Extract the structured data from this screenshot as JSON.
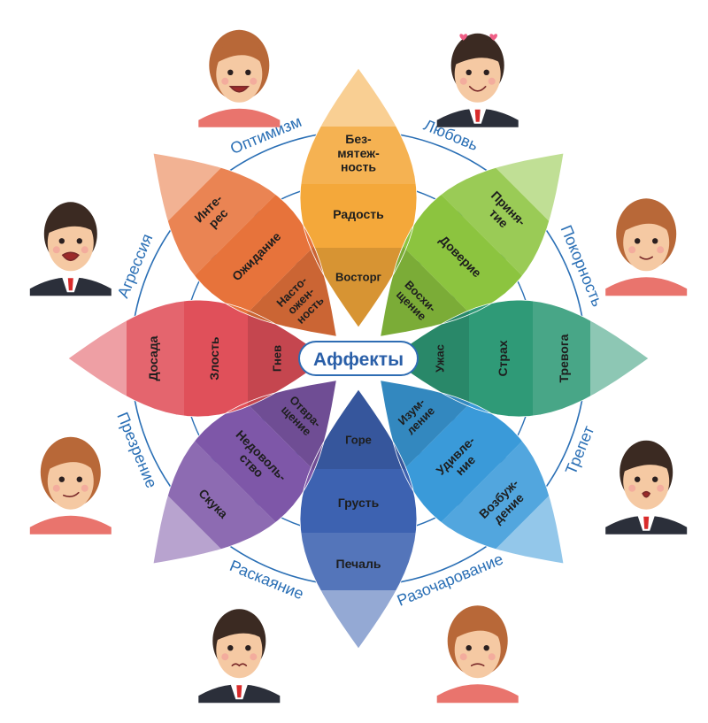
{
  "title": "Аффекты",
  "dyads": [
    {
      "id": "optimism",
      "text": "Оптимизм"
    },
    {
      "id": "love",
      "text": "Любовь"
    },
    {
      "id": "submission",
      "text": "Покорность"
    },
    {
      "id": "awe",
      "text": "Трепет"
    },
    {
      "id": "disappointment",
      "text": "Разочарование"
    },
    {
      "id": "remorse",
      "text": "Раскаяние"
    },
    {
      "id": "contempt",
      "text": "Презрение"
    },
    {
      "id": "aggression",
      "text": "Агрессия"
    }
  ],
  "petals": [
    {
      "id": "joy",
      "color": "#f4a83a",
      "outer": [
        "Без-",
        "мятеж-",
        "ность"
      ],
      "middle": [
        "Радость"
      ],
      "inner": [
        "Восторг"
      ]
    },
    {
      "id": "trust",
      "color": "#8cc43f",
      "outer": [
        "Приня-",
        "тие"
      ],
      "middle": [
        "Доверие"
      ],
      "inner": [
        "Восхи-",
        "щение"
      ]
    },
    {
      "id": "fear",
      "color": "#2f9a77",
      "outer": [
        "Тревога"
      ],
      "middle": [
        "Страх"
      ],
      "inner": [
        "Ужас"
      ]
    },
    {
      "id": "surprise",
      "color": "#3a9ad9",
      "outer": [
        "Возбуж-",
        "дение"
      ],
      "middle": [
        "Удивле-",
        "ние"
      ],
      "inner": [
        "Изум-",
        "ление"
      ]
    },
    {
      "id": "sadness",
      "color": "#3d62b1",
      "outer": [
        "Печаль"
      ],
      "middle": [
        "Грусть"
      ],
      "inner": [
        "Горе"
      ]
    },
    {
      "id": "disgust",
      "color": "#7e57a8",
      "outer": [
        "Скука"
      ],
      "middle": [
        "Недоволь-",
        "ство"
      ],
      "inner": [
        "Отвра-",
        "щение"
      ]
    },
    {
      "id": "anger",
      "color": "#e0505a",
      "outer": [
        "Досада"
      ],
      "middle": [
        "Злость"
      ],
      "inner": [
        "Гнев"
      ]
    },
    {
      "id": "anticipation",
      "color": "#e7733b",
      "outer": [
        "Инте-",
        "рес"
      ],
      "middle": [
        "Ожидание"
      ],
      "inner": [
        "Насто-",
        "ожен-",
        "ность"
      ]
    }
  ],
  "faces": [
    {
      "id": "optimism",
      "gender": "female",
      "mood": "happy"
    },
    {
      "id": "love",
      "gender": "male",
      "mood": "love"
    },
    {
      "id": "submission",
      "gender": "female",
      "mood": "calm"
    },
    {
      "id": "awe",
      "gender": "male",
      "mood": "shocked"
    },
    {
      "id": "disappointment",
      "gender": "female",
      "mood": "confused"
    },
    {
      "id": "remorse",
      "gender": "male",
      "mood": "sorry"
    },
    {
      "id": "contempt",
      "gender": "female",
      "mood": "contempt"
    },
    {
      "id": "aggression",
      "gender": "male",
      "mood": "angry"
    }
  ]
}
